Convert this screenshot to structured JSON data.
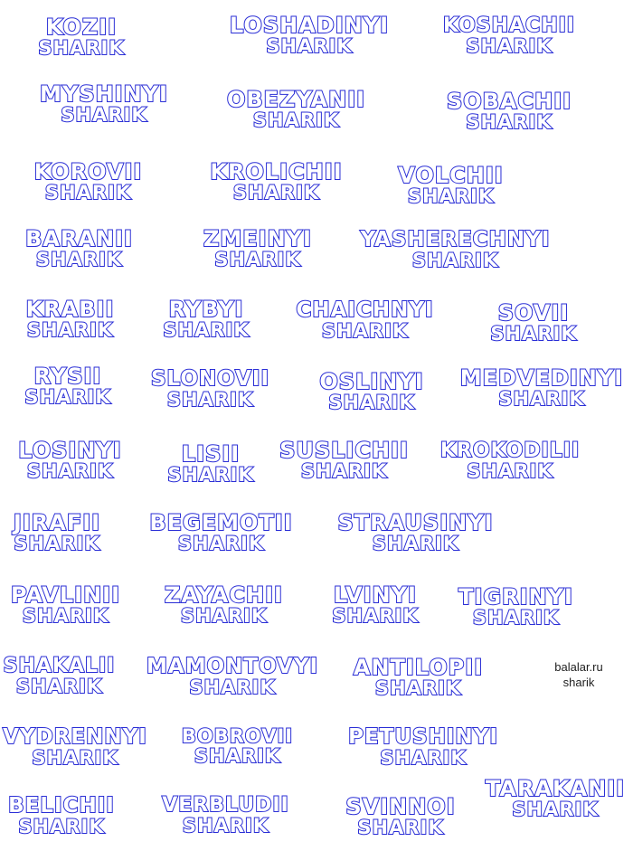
{
  "labels": [
    {
      "name": "KOZII",
      "word": "SHARIK"
    },
    {
      "name": "LOSHADINYI",
      "word": "SHARIK"
    },
    {
      "name": "KOSHACHII",
      "word": "SHARIK"
    },
    {
      "name": "MYSHINYI",
      "word": "SHARIK"
    },
    {
      "name": "OBEZYANII",
      "word": "SHARIK"
    },
    {
      "name": "SOBACHII",
      "word": "SHARIK"
    },
    {
      "name": "KOROVII",
      "word": "SHARIK"
    },
    {
      "name": "KROLICHII",
      "word": "SHARIK"
    },
    {
      "name": "VOLCHII",
      "word": "SHARIK"
    },
    {
      "name": "BARANII",
      "word": "SHARIK"
    },
    {
      "name": "ZMEINYI",
      "word": "SHARIK"
    },
    {
      "name": "YASHERECHNYI",
      "word": "SHARIK"
    },
    {
      "name": "KRABII",
      "word": "SHARIK"
    },
    {
      "name": "RYBYI",
      "word": "SHARIK"
    },
    {
      "name": "CHAICHNYI",
      "word": "SHARIK"
    },
    {
      "name": "SOVII",
      "word": "SHARIK"
    },
    {
      "name": "RYSII",
      "word": "SHARIK"
    },
    {
      "name": "SLONOVII",
      "word": "SHARIK"
    },
    {
      "name": "OSLINYI",
      "word": "SHARIK"
    },
    {
      "name": "MEDVEDINYI",
      "word": "SHARIK"
    },
    {
      "name": "LOSINYI",
      "word": "SHARIK"
    },
    {
      "name": "LISII",
      "word": "SHARIK"
    },
    {
      "name": "SUSLICHII",
      "word": "SHARIK"
    },
    {
      "name": "KROKODILII",
      "word": "SHARIK"
    },
    {
      "name": "JIRAFII",
      "word": "SHARIK"
    },
    {
      "name": "BEGEMOTII",
      "word": "SHARIK"
    },
    {
      "name": "STRAUSINYI",
      "word": "SHARIK"
    },
    {
      "name": "PAVLINII",
      "word": "SHARIK"
    },
    {
      "name": "ZAYACHII",
      "word": "SHARIK"
    },
    {
      "name": "LVINYI",
      "word": "SHARIK"
    },
    {
      "name": "TIGRINYI",
      "word": "SHARIK"
    },
    {
      "name": "SHAKALII",
      "word": "SHARIK"
    },
    {
      "name": "MAMONTOVYI",
      "word": "SHARIK"
    },
    {
      "name": "ANTILOPII",
      "word": "SHARIK"
    },
    {
      "name": "VYDRENNYI",
      "word": "SHARIK"
    },
    {
      "name": "BOBROVII",
      "word": "SHARIK"
    },
    {
      "name": "PETUSHINYI",
      "word": "SHARIK"
    },
    {
      "name": "BELICHII",
      "word": "SHARIK"
    },
    {
      "name": "VERBLUDII",
      "word": "SHARIK"
    },
    {
      "name": "SVINNOI",
      "word": "SHARIK"
    },
    {
      "name": "TARAKANII",
      "word": "SHARIK"
    }
  ],
  "credit": {
    "site": "balalar.ru",
    "word": "sharik"
  },
  "colors": {
    "ink": "#2b2fd6",
    "paper": "#ffffff",
    "credit_text": "#222222"
  }
}
